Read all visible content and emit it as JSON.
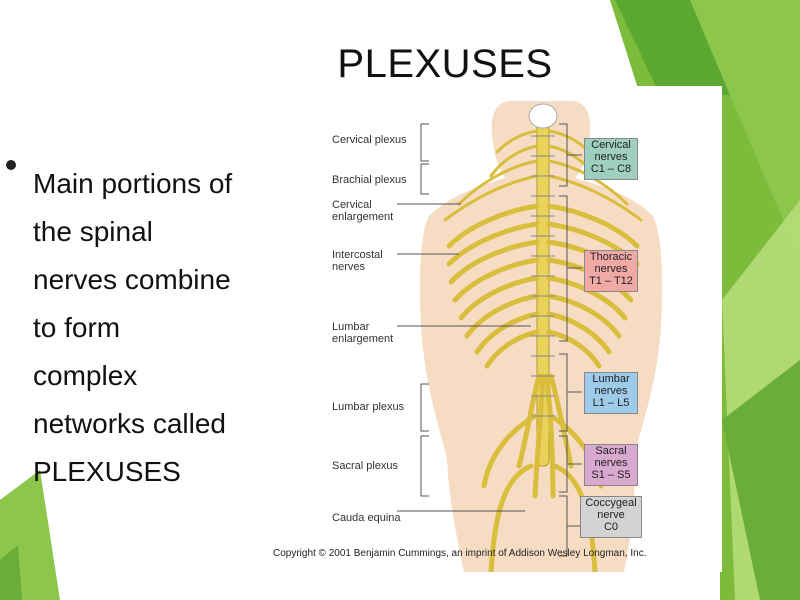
{
  "slide": {
    "title": "PLEXUSES",
    "bullet": "Main portions of\nthe spinal\nnerves combine\nto form\ncomplex\nnetworks called\nPLEXUSES"
  },
  "figure": {
    "left_labels": {
      "cervical_plexus": "Cervical plexus",
      "brachial_plexus": "Brachial plexus",
      "cervical_enlargement": "Cervical\nenlargement",
      "intercostal_nerves": "Intercostal\nnerves",
      "lumbar_enlargement": "Lumbar\nenlargement",
      "lumbar_plexus": "Lumbar plexus",
      "sacral_plexus": "Sacral plexus",
      "cauda_equina": "Cauda equina"
    },
    "right_boxes": {
      "cervical": {
        "line1": "Cervical",
        "line2": "nerves",
        "line3": "C1 – C8"
      },
      "thoracic": {
        "line1": "Thoracic",
        "line2": "nerves",
        "line3": "T1 – T12"
      },
      "lumbar": {
        "line1": "Lumbar",
        "line2": "nerves",
        "line3": "L1 – L5"
      },
      "sacral": {
        "line1": "Sacral",
        "line2": "nerves",
        "line3": "S1 – S5"
      },
      "coccygeal": {
        "line1": "Coccygeal",
        "line2": "nerve",
        "line3": "C0"
      }
    },
    "box_colors": {
      "cervical": "#9fcfc0",
      "thoracic": "#f0a9a4",
      "lumbar": "#9fcbea",
      "sacral": "#d9a9cf",
      "coccygeal": "#d3d3d3"
    },
    "copyright": "Copyright © 2001 Benjamin Cummings, an imprint of Addison Wesley Longman, Inc."
  },
  "theme": {
    "accent_green": "#7dbb3a",
    "dark_green": "#4e9a2a",
    "light_green": "#b6dc7a",
    "nerve_yellow": "#e9d35a",
    "skin_tone": "#f6dcc2"
  }
}
